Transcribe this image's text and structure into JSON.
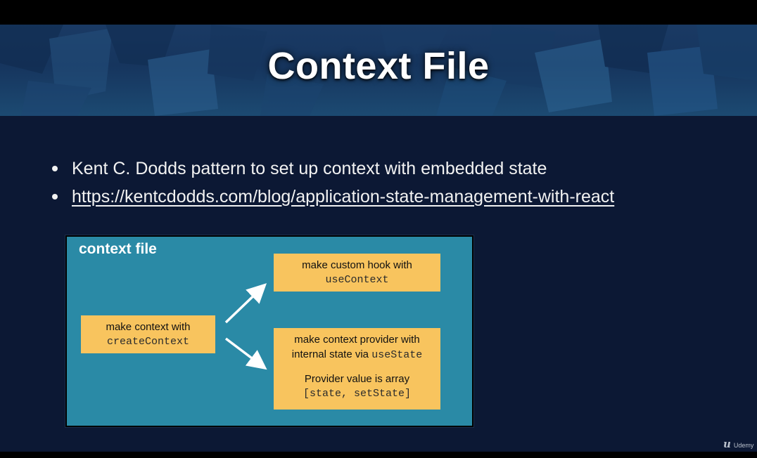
{
  "slide": {
    "title": "Context File",
    "bullets": [
      {
        "text": "Kent C. Dodds pattern to set up context with embedded state"
      },
      {
        "link": "https://kentcdodds.com/blog/application-state-management-with-react"
      }
    ]
  },
  "diagram": {
    "title": "context file",
    "create_box": {
      "line1": "make context with",
      "code": "createContext"
    },
    "hook_box": {
      "line1": "make custom hook with",
      "code": "useContext"
    },
    "provider_box": {
      "line1": "make context provider with",
      "line2_text": "internal state via ",
      "line2_code": "useState",
      "line3": "Provider value is array",
      "code": "[state, setState]"
    }
  },
  "watermark": {
    "logo": "u",
    "text": "Udemy"
  },
  "colors": {
    "background": "#0c1834",
    "diagram_bg": "#2a8aa6",
    "box_bg": "#f8c45e",
    "text": "#f2f2f2"
  }
}
